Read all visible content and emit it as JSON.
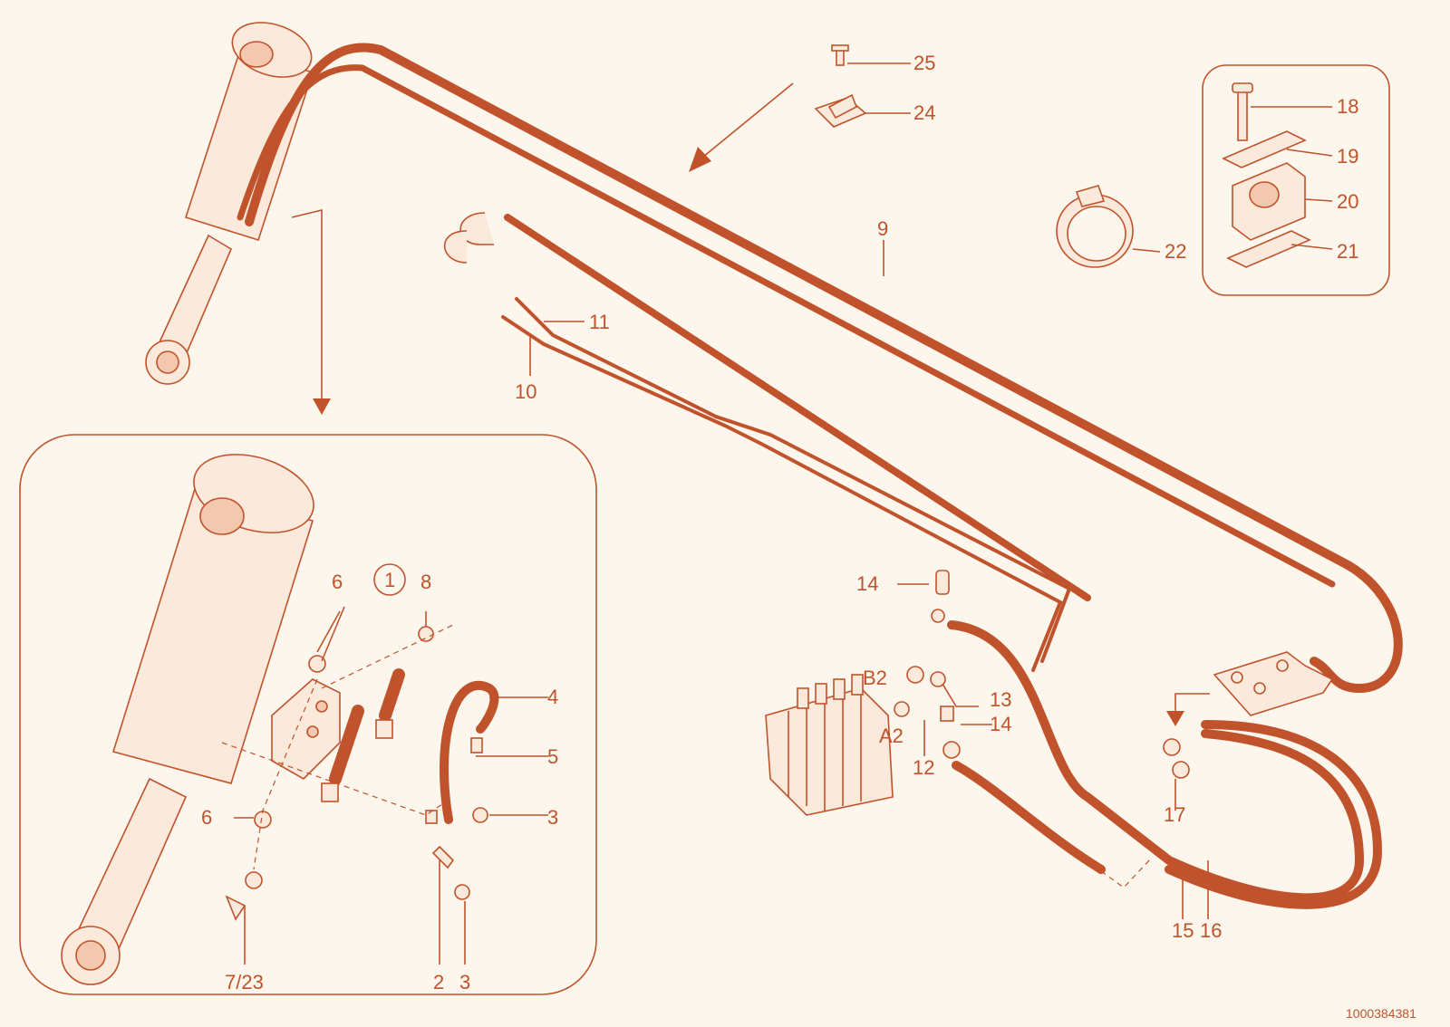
{
  "labels": {
    "l1": "1",
    "l2": "2",
    "l3a": "3",
    "l3b": "3",
    "l4": "4",
    "l5": "5",
    "l6a": "6",
    "l6b": "6",
    "l7_23": "7/23",
    "l8": "8",
    "l9": "9",
    "l10": "10",
    "l11": "11",
    "l12": "12",
    "l13": "13",
    "l14a": "14",
    "l14b": "14",
    "l15": "15",
    "l16": "16",
    "l17": "17",
    "l18": "18",
    "l19": "19",
    "l20": "20",
    "l21": "21",
    "l22": "22",
    "l24": "24",
    "l25": "25",
    "a2": "A2",
    "b2": "B2"
  },
  "doc_id": "1000384381",
  "colors": {
    "accent": "#c0532c",
    "fill": "#fbe9db",
    "background": "#fcf6ec"
  }
}
